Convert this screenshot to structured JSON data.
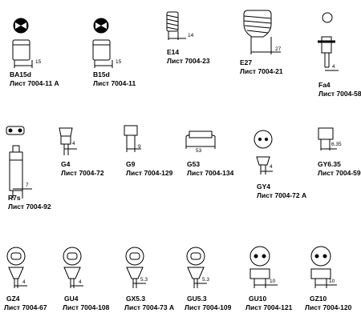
{
  "sheet_prefix": "Лист",
  "bases": [
    {
      "code": "BA15d",
      "sheet": "Лист 7004-11 A",
      "dim": "15"
    },
    {
      "code": "B15d",
      "sheet": "Лист 7004-11",
      "dim": "15"
    },
    {
      "code": "E14",
      "sheet": "Лист 7004-23",
      "dim": "14"
    },
    {
      "code": "E27",
      "sheet": "Лист 7004-21",
      "dim": "27"
    },
    {
      "code": "Fa4",
      "sheet": "Лист 7004-58",
      "dim": "4"
    },
    {
      "code": "R7s",
      "sheet": "Лист 7004-92",
      "dim": "7"
    },
    {
      "code": "G4",
      "sheet": "Лист 7004-72",
      "dim": "4"
    },
    {
      "code": "G9",
      "sheet": "Лист 7004-129",
      "dim": "9"
    },
    {
      "code": "G53",
      "sheet": "Лист 7004-134",
      "dim": "53"
    },
    {
      "code": "GY4",
      "sheet": "Лист 7004-72 A",
      "dim": "4"
    },
    {
      "code": "GY6.35",
      "sheet": "Лист 7004-59",
      "dim": "6.35"
    },
    {
      "code": "GZ4",
      "sheet": "Лист 7004-67",
      "dim": "4"
    },
    {
      "code": "GU4",
      "sheet": "Лист 7004-108",
      "dim": "4"
    },
    {
      "code": "GX5.3",
      "sheet": "Лист 7004-73 A",
      "dim": "5.3"
    },
    {
      "code": "GU5.3",
      "sheet": "Лист 7004-109",
      "dim": "5.3"
    },
    {
      "code": "GU10",
      "sheet": "Лист 7004-121",
      "dim": "10"
    },
    {
      "code": "GZ10",
      "sheet": "Лист 7004-120",
      "dim": "10"
    }
  ]
}
